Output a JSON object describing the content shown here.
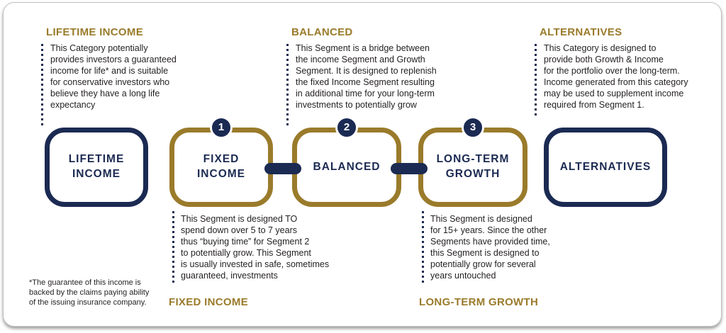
{
  "palette": {
    "gold": "#9a7b2b",
    "navy": "#1b2a52",
    "text": "#231f20",
    "card_bg": "#ffffff",
    "card_border": "#c2c2c2"
  },
  "top_notes": [
    {
      "heading": "LIFETIME INCOME",
      "body": "This Category potentially\nprovides investors a guaranteed\nincome for life* and is suitable\nfor conservative investors who\nbelieve they have a long life\nexpectancy"
    },
    {
      "heading": "BALANCED",
      "body": "This Segment is a bridge between\nthe income Segment and Growth\nSegment. It is designed to replenish\nthe fixed Income Segment resulting\nin additional time for your long-term\ninvestments to potentially grow"
    },
    {
      "heading": "ALTERNATIVES",
      "body": "This Category is designed to\nprovide both Growth & Income\nfor the portfolio over the long-term.\nIncome generated from this category\nmay be used to supplement income\nrequired from Segment 1."
    }
  ],
  "boxes": [
    {
      "label": "LIFETIME\nINCOME",
      "badge": "",
      "style": "navy"
    },
    {
      "label": "FIXED\nINCOME",
      "badge": "1",
      "style": "gold"
    },
    {
      "label": "BALANCED",
      "badge": "2",
      "style": "gold"
    },
    {
      "label": "LONG-TERM\nGROWTH",
      "badge": "3",
      "style": "gold"
    },
    {
      "label": "ALTERNATIVES",
      "badge": "",
      "style": "navy"
    }
  ],
  "bottom_notes": [
    {
      "heading": "FIXED INCOME",
      "body": "This Segment is designed TO\nspend down over 5 to 7 years\nthus “buying time” for Segment 2\nto potentially grow. This Segment\nis usually invested in safe, sometimes\nguaranteed, investments"
    },
    {
      "heading": "LONG-TERM GROWTH",
      "body": "This Segment is designed\nfor 15+ years. Since the other\nSegments have provided time,\nthis Segment is designed to\npotentially grow for several\nyears untouched"
    }
  ],
  "footnote": "*The guarantee of this income is\nbacked by the claims paying ability\nof the issuing insurance company."
}
